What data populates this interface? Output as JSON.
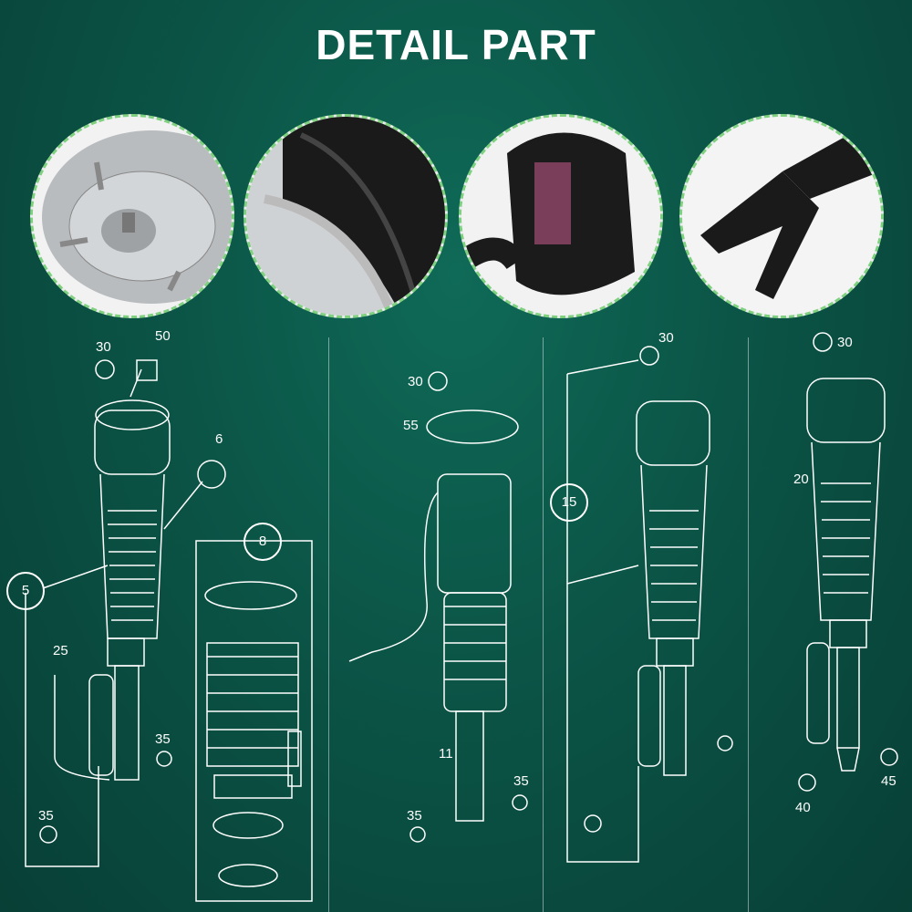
{
  "title": "DETAIL PART",
  "photos": [
    {
      "icon": "strut-mount-photo"
    },
    {
      "icon": "air-bellows-photo"
    },
    {
      "icon": "connector-plug-photo"
    },
    {
      "icon": "fork-bracket-photo"
    }
  ],
  "labels": {
    "p1_30": "30",
    "p1_50": "50",
    "p1_6": "6",
    "p1_5": "5",
    "p1_8": "8",
    "p1_25": "25",
    "p1_35a": "35",
    "p1_35b": "35",
    "p2_30": "30",
    "p2_55": "55",
    "p2_11": "11",
    "p2_35a": "35",
    "p2_35b": "35",
    "p3_30": "30",
    "p3_15": "15",
    "p4_30": "30",
    "p4_20": "20",
    "p4_40": "40",
    "p4_45": "45"
  },
  "colors": {
    "background": "#0b5446",
    "dashed_border": "#7fd17f",
    "line": "#ffffff"
  }
}
